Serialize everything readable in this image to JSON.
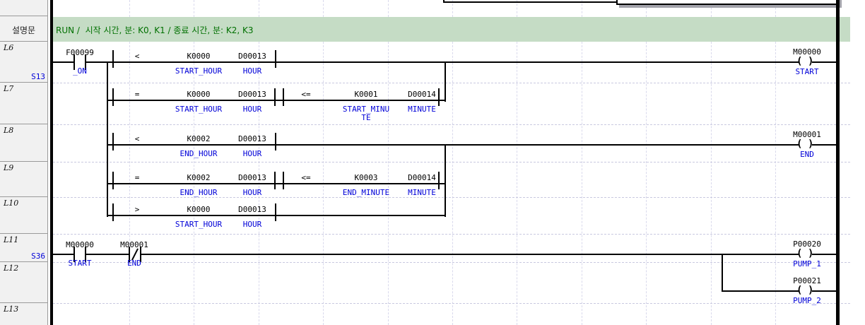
{
  "comment": {
    "label": "설명문",
    "text": "RUN /  시작 시간, 분: K0, K1 / 종료 시간, 분: K2, K3"
  },
  "colors": {
    "symbol_text_blue": "#0000d8",
    "comment_band_green": "#c5dcc5",
    "comment_text_green": "#007000",
    "header_cell_gray": "#f1f1f1",
    "wire_black": "#000000"
  },
  "rungs": {
    "L6": {
      "label": "L6",
      "step": "S13",
      "contact": {
        "addr": "F00099",
        "name": "_ON"
      },
      "cmp": {
        "op": "<",
        "lhs": "K0000",
        "lhs_name": "START_HOUR",
        "rhs": "D00013",
        "rhs_name": "HOUR"
      },
      "coil": {
        "addr": "M00000",
        "name": "START"
      }
    },
    "L7": {
      "label": "L7",
      "cmp1": {
        "op": "=",
        "lhs": "K0000",
        "lhs_name": "START_HOUR",
        "rhs": "D00013",
        "rhs_name": "HOUR"
      },
      "cmp2": {
        "op": "<=",
        "lhs": "K0001",
        "lhs_name": "START_MINU\nTE",
        "rhs": "D00014",
        "rhs_name": "MINUTE"
      }
    },
    "L8": {
      "label": "L8",
      "cmp": {
        "op": "<",
        "lhs": "K0002",
        "lhs_name": "END_HOUR",
        "rhs": "D00013",
        "rhs_name": "HOUR"
      },
      "coil": {
        "addr": "M00001",
        "name": "END"
      }
    },
    "L9": {
      "label": "L9",
      "cmp1": {
        "op": "=",
        "lhs": "K0002",
        "lhs_name": "END_HOUR",
        "rhs": "D00013",
        "rhs_name": "HOUR"
      },
      "cmp2": {
        "op": "<=",
        "lhs": "K0003",
        "lhs_name": "END_MINUTE",
        "rhs": "D00014",
        "rhs_name": "MINUTE"
      }
    },
    "L10": {
      "label": "L10",
      "cmp": {
        "op": ">",
        "lhs": "K0000",
        "lhs_name": "START_HOUR",
        "rhs": "D00013",
        "rhs_name": "HOUR"
      }
    },
    "L11": {
      "label": "L11",
      "step": "S36",
      "contact1": {
        "addr": "M00000",
        "name": "START"
      },
      "contact2": {
        "addr": "M00001",
        "name": "END"
      },
      "coil": {
        "addr": "P00020",
        "name": "PUMP_1"
      }
    },
    "L12": {
      "label": "L12",
      "coil": {
        "addr": "P00021",
        "name": "PUMP_2"
      }
    },
    "L13": {
      "label": "L13"
    }
  }
}
